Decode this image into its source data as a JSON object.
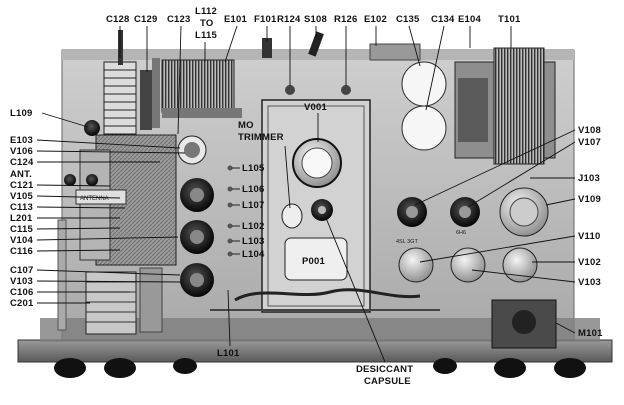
{
  "labels": {
    "C128": "C128",
    "C129": "C129",
    "C123": "C123",
    "L112": "L112",
    "TO": "TO",
    "L115": "L115",
    "E101": "E101",
    "F101": "F101",
    "R124": "R124",
    "S108": "S108",
    "R126": "R126",
    "E102": "E102",
    "C135": "C135",
    "C134": "C134",
    "E104": "E104",
    "T101": "T101",
    "L109": "L109",
    "E103": "E103",
    "V106": "V106",
    "C124": "C124",
    "ANT": "ANT.",
    "C121": "C121",
    "V105": "V105",
    "C113": "C113",
    "L201": "L201",
    "C115": "C115",
    "V104": "V104",
    "C116": "C116",
    "C107": "C107",
    "V103L": "V103",
    "C106": "C106",
    "C201": "C201",
    "MO": "MO",
    "TRIMMER": "TRIMMER",
    "V001": "V001",
    "L105": "L105",
    "L106": "L106",
    "L107": "L107",
    "L102": "L102",
    "L103": "L103",
    "L104": "L104",
    "P001": "P001",
    "L101": "L101",
    "DESICCANT": "DESICCANT",
    "CAPSULE": "CAPSULE",
    "V108": "V108",
    "V107": "V107",
    "J103": "J103",
    "V109": "V109",
    "V110": "V110",
    "V102": "V102",
    "V103R": "V103",
    "M101": "M101"
  },
  "photo_text": {
    "ant_plate": "ANTENNA",
    "tube_a": "4SL 3GT",
    "tube_b": "6H6"
  }
}
